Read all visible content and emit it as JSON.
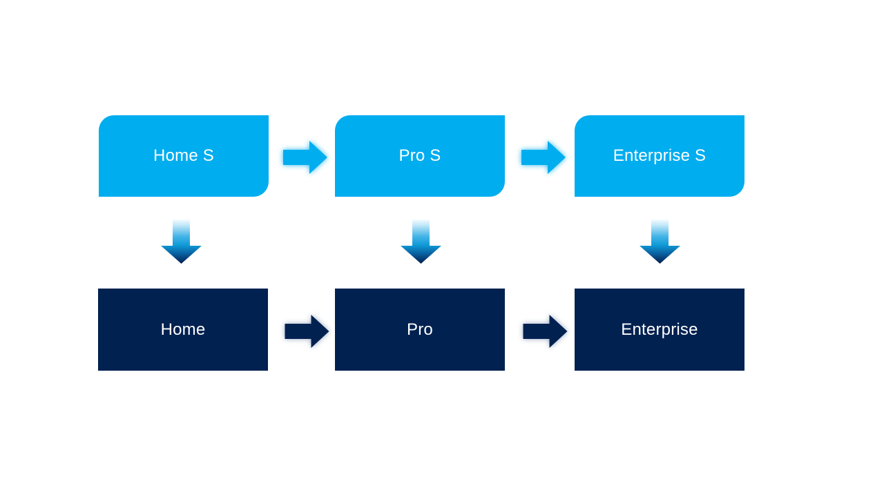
{
  "colors": {
    "light_blue": "#00ADEF",
    "dark_navy": "#012150",
    "text": "#FFFFFF",
    "background": "#FFFFFF"
  },
  "diagram": {
    "top_row": [
      {
        "id": "home-s",
        "label": "Home S"
      },
      {
        "id": "pro-s",
        "label": "Pro S"
      },
      {
        "id": "enterprise-s",
        "label": "Enterprise S"
      }
    ],
    "bottom_row": [
      {
        "id": "home",
        "label": "Home"
      },
      {
        "id": "pro",
        "label": "Pro"
      },
      {
        "id": "enterprise",
        "label": "Enterprise"
      }
    ],
    "connections": [
      {
        "from": "Home S",
        "to": "Pro S",
        "direction": "right"
      },
      {
        "from": "Pro S",
        "to": "Enterprise S",
        "direction": "right"
      },
      {
        "from": "Home",
        "to": "Pro",
        "direction": "right"
      },
      {
        "from": "Pro",
        "to": "Enterprise",
        "direction": "right"
      },
      {
        "from": "Home S",
        "to": "Home",
        "direction": "down"
      },
      {
        "from": "Pro S",
        "to": "Pro",
        "direction": "down"
      },
      {
        "from": "Enterprise S",
        "to": "Enterprise",
        "direction": "down"
      }
    ]
  }
}
